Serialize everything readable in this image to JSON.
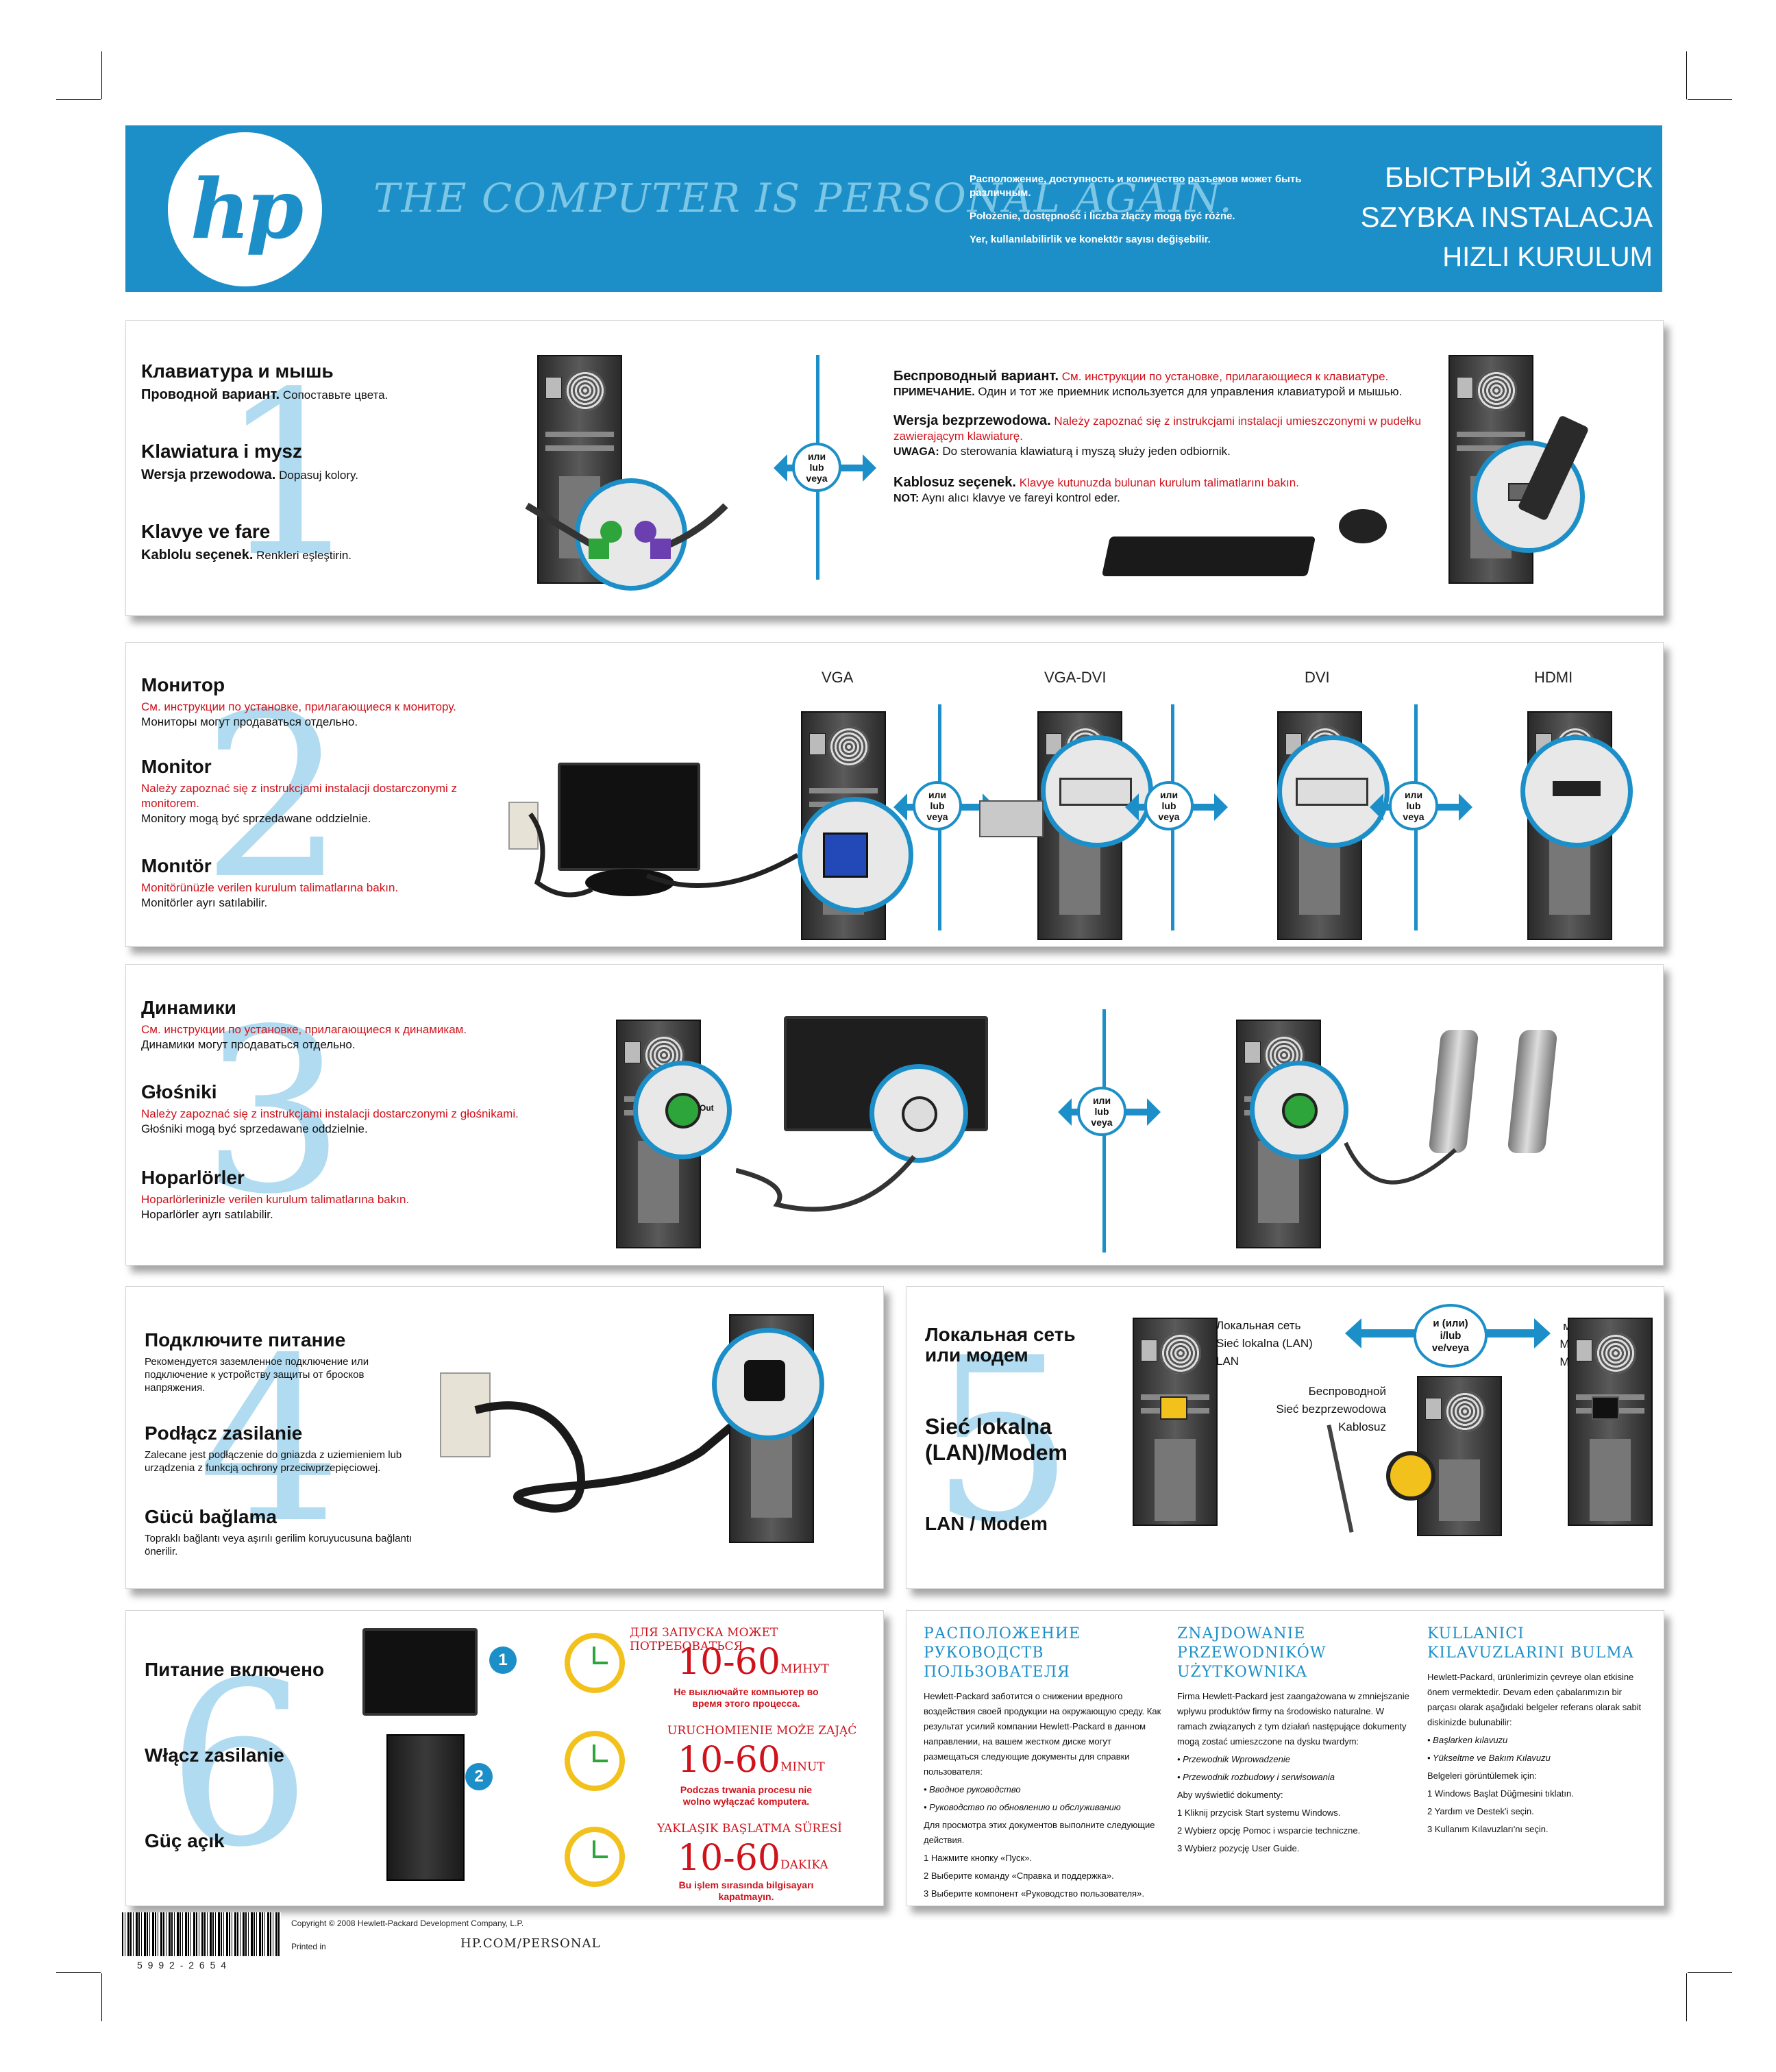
{
  "header": {
    "logo": "hp",
    "slogan": "THE COMPUTER IS PERSONAL AGAIN.",
    "notes": [
      "Расположение, доступность и количество разъемов может быть различным.",
      "Położenie, dostępność i liczba złączy mogą być różne.",
      "Yer, kullanılabilirlik ve konektör sayısı değişebilir."
    ],
    "titles": [
      "БЫСТРЫЙ ЗАПУСК",
      "SZYBKA INSTALACJA",
      "HIZLI KURULUM"
    ]
  },
  "or_label": [
    "или",
    "lub",
    "veya"
  ],
  "step1": {
    "number": "1",
    "ru_title": "Клавиатура и мышь",
    "ru_wired": "Проводной вариант.",
    "ru_wired_note": "Сопоставьте цвета.",
    "pl_title": "Klawiatura i mysz",
    "pl_wired": "Wersja przewodowa.",
    "pl_wired_note": "Dopasuj kolory.",
    "tr_title": "Klavye ve fare",
    "tr_wired": "Kablolu seçenek.",
    "tr_wired_note": "Renkleri eşleştirin.",
    "ru_wireless": "Беспроводный вариант.",
    "ru_wireless_note": "См. инструкции по установке, прилагающиеся к клавиатуре.",
    "ru_remark_label": "ПРИМЕЧАНИЕ.",
    "ru_remark": "Один и тот же приемник используется для управления клавиатурой и мышью.",
    "pl_wireless": "Wersja bezprzewodowa.",
    "pl_wireless_note": "Należy zapoznać się z instrukcjami instalacji umieszczonymi w pudełku zawierającym klawiaturę.",
    "pl_remark_label": "UWAGA:",
    "pl_remark": "Do sterowania klawiaturą i myszą służy jeden odbiornik.",
    "tr_wireless": "Kablosuz seçenek.",
    "tr_wireless_note": "Klavye kutunuzda bulunan kurulum talimatlarını bakın.",
    "tr_remark_label": "NOT:",
    "tr_remark": "Aynı alıcı klavye ve fareyi kontrol eder."
  },
  "step2": {
    "number": "2",
    "ru_title": "Монитор",
    "ru_note": "См. инструкции по установке, прилагающиеся к монитору.",
    "ru_sub": "Мониторы могут продаваться отдельно.",
    "pl_title": "Monitor",
    "pl_note": "Należy zapoznać się z instrukcjami instalacji dostarczonymi z monitorem.",
    "pl_sub": "Monitory mogą być sprzedawane oddzielnie.",
    "tr_title": "Monıtör",
    "tr_note": "Monitörünüzle verilen kurulum talimatlarına bakın.",
    "tr_sub": "Monitörler ayrı satılabilir.",
    "ports": [
      "VGA",
      "VGA-DVI",
      "DVI",
      "HDMI"
    ]
  },
  "step3": {
    "number": "3",
    "ru_title": "Динамики",
    "ru_note": "См. инструкции по установке, прилагающиеся к динамикам.",
    "ru_sub": "Динамики могут продаваться отдельно.",
    "pl_title": "Głośniki",
    "pl_note": "Należy zapoznać się z instrukcjami instalacji dostarczonymi z głośnikami.",
    "pl_sub": "Głośniki mogą być sprzedawane oddzielnie.",
    "tr_title": "Hoparlörler",
    "tr_note": "Hoparlörlerinizle verilen kurulum talimatlarına bakın.",
    "tr_sub": "Hoparlörler ayrı satılabilir.",
    "out_label": "Out"
  },
  "step4": {
    "number": "4",
    "ru_title": "Подключите питание",
    "ru_text": "Рекомендуется заземленное подключение или подключение к устройству защиты от бросков напряжения.",
    "pl_title": "Podłącz zasilanie",
    "pl_text": "Zalecane jest podłączenie do gniazda z uziemieniem lub urządzenia z funkcją ochrony przeciwprzepięciowej.",
    "tr_title": "Gücü bağlama",
    "tr_text": "Topraklı bağlantı veya aşırılı gerilim koruyucusuna bağlantı önerilir."
  },
  "step5": {
    "number": "5",
    "ru_title": "Локальная сеть или модем",
    "pl_title": "Sieć lokalna (LAN)/Modem",
    "tr_title": "LAN / Modem",
    "lan_labels": [
      "Локальная сеть",
      "Sieć lokalna (LAN)",
      "LAN"
    ],
    "or_label": [
      "и (или)",
      "i/lub",
      "ve/veya"
    ],
    "wireless_labels": [
      "Беспроводной",
      "Sieć bezprzewodowa",
      "Kablosuz"
    ],
    "modem_labels": [
      "модем",
      "Modem",
      "Modem"
    ]
  },
  "step6": {
    "number": "6",
    "ru_title": "Питание включено",
    "pl_title": "Włącz zasilanie",
    "tr_title": "Güç açık",
    "badges": [
      "1",
      "2"
    ],
    "times": [
      {
        "lead": "ДЛЯ ЗАПУСКА МОЖЕТ ПОТРЕБОВАТЬСЯ",
        "value": "10-60",
        "unit": "МИНУТ",
        "note": "Не выключайте компьютер во время этого процесса."
      },
      {
        "lead": "URUCHOMIENIE MOŻE ZAJĄĆ",
        "value": "10-60",
        "unit": "MINUT",
        "note": "Podczas trwania procesu nie wolno wyłączać komputera."
      },
      {
        "lead": "YAKLAŞIK BAŞLATMA SÜRESİ",
        "value": "10-60",
        "unit": "DAKIKA",
        "note": "Bu işlem sırasında bilgisayarı kapatmayın."
      }
    ]
  },
  "guides": {
    "ru": {
      "title": "РАСПОЛОЖЕНИЕ РУКОВОДСТВ ПОЛЬЗОВАТЕЛЯ",
      "p1": "Hewlett-Packard заботится о снижении вредного воздействия своей продукции на окружающую среду. Как результат усилий компании Hewlett-Packard в данном направлении, на вашем жестком диске могут размещаться следующие документы для справки пользователя:",
      "items": [
        "• Вводное руководство",
        "• Руководство по обновлению и обслуживанию"
      ],
      "p2": "Для просмотра этих документов выполните следующие действия.",
      "steps": [
        "1 Нажмите кнопку «Пуск».",
        "2 Выберите команду «Справка и поддержка».",
        "3 Выберите компонент «Руководство пользователя»."
      ]
    },
    "pl": {
      "title": "ZNAJDOWANIE PRZEWODNIKÓW UŻYTKOWNIKA",
      "p1": "Firma Hewlett-Packard jest zaangażowana w zmniejszanie wpływu produktów firmy na środowisko naturalne. W ramach związanych z tym działań następujące dokumenty mogą zostać umieszczone na dysku twardym:",
      "items": [
        "• Przewodnik Wprowadzenie",
        "• Przewodnik rozbudowy i serwisowania"
      ],
      "p2": "Aby wyświetlić dokumenty:",
      "steps": [
        "1 Kliknij przycisk Start systemu Windows.",
        "2 Wybierz opcję Pomoc i wsparcie techniczne.",
        "3 Wybierz pozycję User Guide."
      ]
    },
    "tr": {
      "title": "KULLANICI KILAVUZLARINI BULMA",
      "p1": "Hewlett-Packard, ürünlerimizin çevreye olan etkisine önem vermektedir. Devam eden çabalarımızın bir parçası olarak aşağıdaki belgeler referans olarak sabit diskinizde bulunabilir:",
      "items": [
        "• Başlarken kılavuzu",
        "• Yükseltme ve Bakım Kılavuzu"
      ],
      "p2": "Belgeleri görüntülemek için:",
      "steps": [
        "1 Windows Başlat Düğmesini tıklatın.",
        "2 Yardım ve Destek'i seçin.",
        "3 Kullanım Kılavuzları'nı seçin."
      ]
    }
  },
  "footer": {
    "barcode_number": "5 9 9 2 - 2 6 5 4",
    "copyright": "Copyright © 2008 Hewlett-Packard Development Company, L.P.",
    "printed": "Printed in",
    "url": "HP.COM/PERSONAL"
  },
  "colors": {
    "accent": "#1d8fc8",
    "red": "#d0121b",
    "number_tint": "#a8d8ef"
  }
}
